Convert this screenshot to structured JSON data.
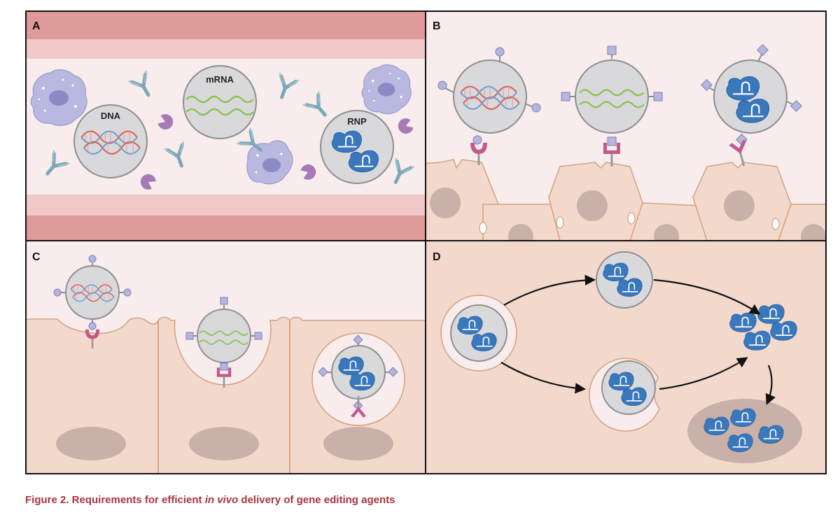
{
  "panels": {
    "a": "A",
    "b": "B",
    "c": "C",
    "d": "D"
  },
  "particles": {
    "dna": "DNA",
    "mrna": "mRNA",
    "rnp": "RNP"
  },
  "caption": {
    "prefix": "Figure 2.  Requirements for efficient ",
    "emphasis": "in vivo",
    "suffix": " delivery of gene editing agents"
  },
  "colors": {
    "vessel_wall": "#e09a9a",
    "vessel_lumen": "#f8ecec",
    "cell": "#f3d9cc",
    "nanoparticle": "#d9d9dc",
    "protein": "#3a78bd",
    "dna_red": "#e0605a",
    "dna_blue": "#6fa0cf",
    "mrna": "#8ac256",
    "receptor": "#c25a8a",
    "ligand": "#b5b5e0",
    "antibody": "#7aa8b8",
    "complement": "#a87ab8",
    "macrophage": "#b8b8e0",
    "caption": "#a8343b"
  }
}
